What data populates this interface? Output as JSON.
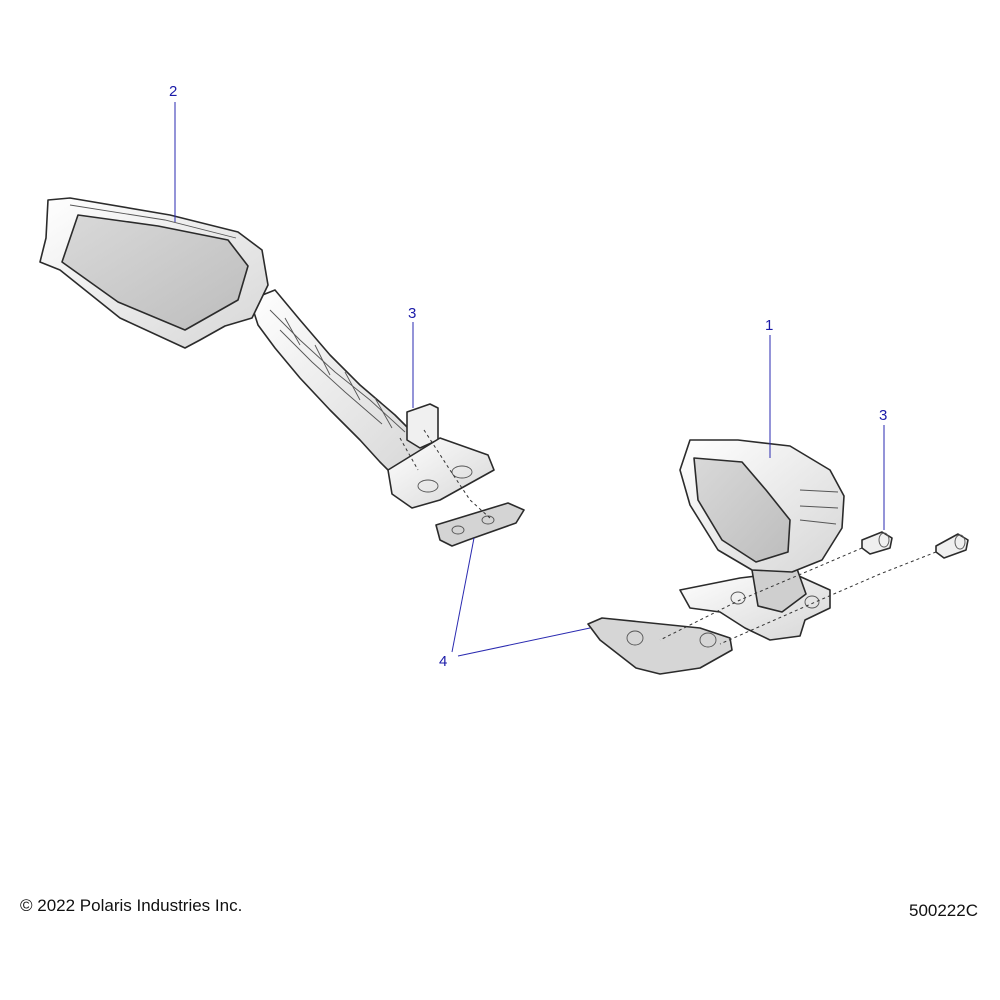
{
  "callouts": {
    "mirror_right": "1",
    "mirror_left": "2",
    "screw_left": "3",
    "screw_right": "3",
    "plate": "4"
  },
  "footer": {
    "copyright": "© 2022 Polaris Industries Inc.",
    "figure_id": "500222C"
  }
}
